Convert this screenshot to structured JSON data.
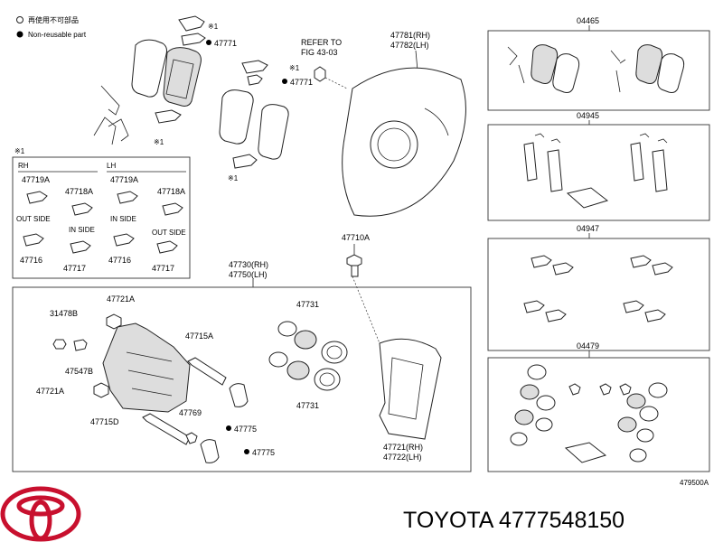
{
  "legend": {
    "reuse_mark": "再使用不可部品",
    "non_reusable": "Non-reusable part"
  },
  "refer": {
    "line1": "REFER TO",
    "line2": "FIG 43-03"
  },
  "top_parts": {
    "pad_clip": "47771",
    "pad_clip_2": "47771",
    "shim_mark_1": "※1",
    "shim_mark_2": "※1",
    "shim_mark_3": "※1",
    "shim_mark_4": "※1",
    "dust_cover": {
      "rh": "47781(RH)",
      "lh": "47782(LH)"
    }
  },
  "shim_box": {
    "mark": "※1",
    "rh": "RH",
    "lh": "LH",
    "rh_outer": "47719A",
    "rh_inner": "47718A",
    "lh_outer": "47719A",
    "lh_inner": "47718A",
    "out_side_1": "OUT SIDE",
    "in_side_1": "IN SIDE",
    "in_side_2": "IN SIDE",
    "out_side_2": "OUT SIDE",
    "p47716_a": "47716",
    "p47717_a": "47717",
    "p47716_b": "47716",
    "p47717_b": "47717"
  },
  "caliper": {
    "assembly": {
      "rh": "47730(RH)",
      "lh": "47750(LH)"
    },
    "bleeder_plug": "31478B",
    "bleeder_screw": "47547B",
    "bolt_top": "47721A",
    "bolt_left": "47721A",
    "pin_upper": "47715A",
    "pin_lower": "47715D",
    "boot": "47769",
    "boot_dust_1": "47775",
    "boot_dust_2": "47775",
    "piston_seal_1": "47731",
    "piston_seal_2": "47731",
    "torque_plate": {
      "rh": "47721(RH)",
      "lh": "47722(LH)"
    },
    "torque_bolt": "47710A"
  },
  "kits": {
    "k1": "04465",
    "k2": "04945",
    "k3": "04947",
    "k4": "04479"
  },
  "figure_ref": "479500A",
  "footer_text": "TOYOTA 4777548150",
  "brand_color": "#c8102e"
}
